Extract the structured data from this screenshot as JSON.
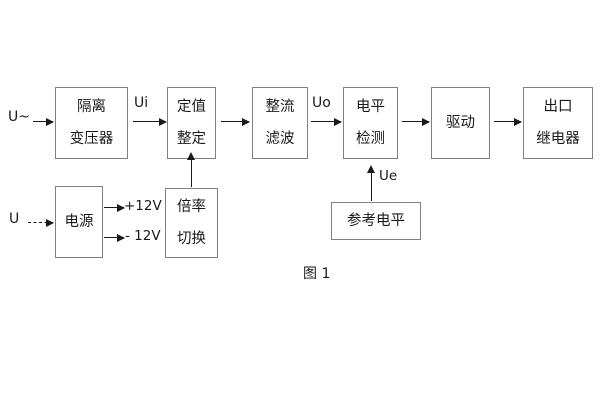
{
  "figure": {
    "caption": "图 1",
    "background_color": "#ffffff",
    "box_border_color": "#808080",
    "line_color": "#1a1a1a"
  },
  "signal_chain": {
    "input_label": "U~",
    "blocks": [
      {
        "id": "isolation-transformer",
        "lines": [
          "隔离",
          "变压器"
        ]
      },
      {
        "id": "setpoint-setting",
        "lines": [
          "定值",
          "整定"
        ]
      },
      {
        "id": "rectify-filter",
        "lines": [
          "整流",
          "滤波"
        ]
      },
      {
        "id": "level-detection",
        "lines": [
          "电平",
          "检测"
        ]
      },
      {
        "id": "drive",
        "lines": [
          "驱动"
        ]
      },
      {
        "id": "output-relay",
        "lines": [
          "出口",
          "继电器"
        ]
      }
    ],
    "signal_labels": {
      "ui": "Ui",
      "uo": "Uo",
      "ue": "Ue"
    }
  },
  "power_chain": {
    "input_label": "U",
    "blocks": [
      {
        "id": "power-supply",
        "lines": [
          "电源"
        ]
      },
      {
        "id": "multiplier-switch",
        "lines": [
          "倍率",
          "切换"
        ]
      }
    ],
    "rails": {
      "positive": "+12V",
      "negative": "- 12V"
    }
  },
  "reference": {
    "block": {
      "id": "reference-level",
      "lines": [
        "参考电平"
      ]
    }
  }
}
